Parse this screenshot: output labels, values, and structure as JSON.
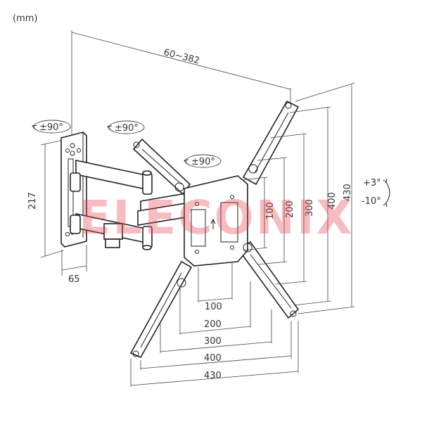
{
  "unit_label": "(mm)",
  "arm_extension": "60~382",
  "swivel_labels": [
    "±90°",
    "±90°",
    "±90°"
  ],
  "tilt_up": "+3°",
  "tilt_down": "-10°",
  "wall_plate_height": "217",
  "wall_plate_depth": "65",
  "vesa_horizontal": [
    "100",
    "200",
    "300",
    "400",
    "430"
  ],
  "vesa_vertical": [
    "100",
    "200",
    "300",
    "400",
    "430"
  ],
  "watermark": "ELECONIX"
}
